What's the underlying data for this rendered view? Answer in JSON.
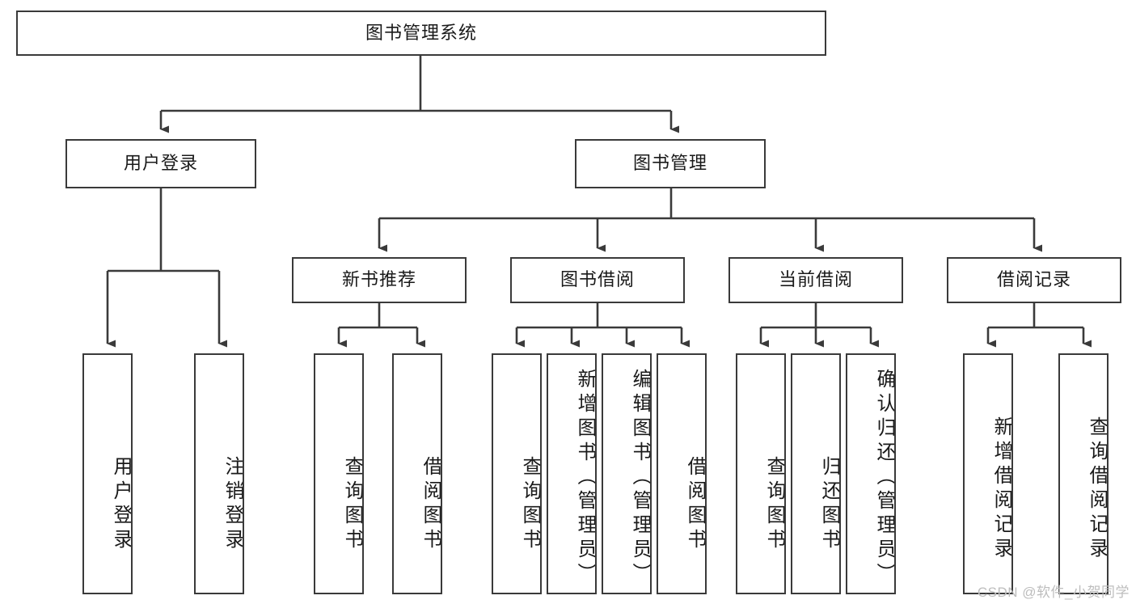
{
  "diagram": {
    "type": "tree-hierarchy-functional-decomposition",
    "root": {
      "id": "root",
      "label": "图书管理系统"
    },
    "level1": [
      {
        "id": "user-login",
        "label": "用户登录"
      },
      {
        "id": "book-management",
        "label": "图书管理"
      }
    ],
    "level2": [
      {
        "id": "new-book-recommend",
        "label": "新书推荐",
        "parent": "book-management"
      },
      {
        "id": "book-borrow",
        "label": "图书借阅",
        "parent": "book-management"
      },
      {
        "id": "current-borrow",
        "label": "当前借阅",
        "parent": "book-management"
      },
      {
        "id": "borrow-record",
        "label": "借阅记录",
        "parent": "book-management"
      }
    ],
    "leaves": [
      {
        "id": "leaf-user-login",
        "label": "用户登录",
        "parent": "user-login"
      },
      {
        "id": "leaf-logout-login",
        "label": "注销登录",
        "parent": "user-login"
      },
      {
        "id": "leaf-query-book-1",
        "label": "查询图书",
        "parent": "new-book-recommend"
      },
      {
        "id": "leaf-borrow-book-1",
        "label": "借阅图书",
        "parent": "new-book-recommend"
      },
      {
        "id": "leaf-query-book-2",
        "label": "查询图书",
        "parent": "book-borrow"
      },
      {
        "id": "leaf-add-book-admin",
        "label": "新增图书（管理员）",
        "parent": "book-borrow"
      },
      {
        "id": "leaf-edit-book-admin",
        "label": "编辑图书（管理员）",
        "parent": "book-borrow"
      },
      {
        "id": "leaf-borrow-book-2",
        "label": "借阅图书",
        "parent": "book-borrow"
      },
      {
        "id": "leaf-query-book-3",
        "label": "查询图书",
        "parent": "current-borrow"
      },
      {
        "id": "leaf-return-book",
        "label": "归还图书",
        "parent": "current-borrow"
      },
      {
        "id": "leaf-confirm-return-admin",
        "label": "确认归还（管理员）",
        "parent": "current-borrow"
      },
      {
        "id": "leaf-add-borrow-record",
        "label": "新增借阅记录",
        "parent": "borrow-record"
      },
      {
        "id": "leaf-query-borrow-record",
        "label": "查询借阅记录",
        "parent": "borrow-record"
      }
    ],
    "watermark": "CSDN @软件_小贺同学",
    "colors": {
      "background": "#ffffff",
      "box_border": "#3a3a3a",
      "box_fill": "#ffffff",
      "connector": "#3a3a3a",
      "text": "#1a1a1a",
      "watermark": "#bdbdbd"
    }
  }
}
